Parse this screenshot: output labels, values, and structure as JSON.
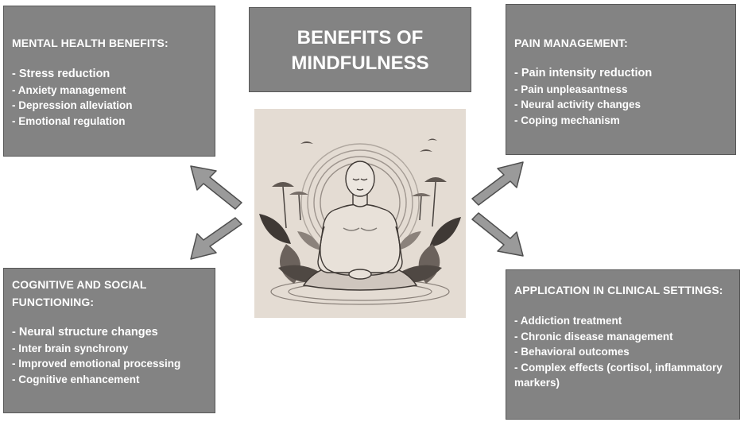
{
  "title": "BENEFITS OF MINDFULNESS",
  "mental_health": {
    "title": "MENTAL HEALTH BENEFITS:",
    "items": [
      "Stress reduction",
      "Anxiety management",
      "Depression alleviation",
      "Emotional regulation"
    ]
  },
  "pain_management": {
    "title": "PAIN MANAGEMENT:",
    "items": [
      "Pain intensity reduction",
      "Pain unpleasantness",
      "Neural activity changes",
      "Coping mechanism"
    ]
  },
  "cognitive_social": {
    "title": "COGNITIVE AND SOCIAL FUNCTIONING:",
    "items": [
      "Neural structure changes",
      "Inter brain synchrony",
      "Improved emotional processing",
      "Cognitive enhancement"
    ]
  },
  "clinical": {
    "title": "APPLICATION IN CLINICAL SETTINGS:",
    "items": [
      "Addiction treatment",
      "Chronic disease management",
      "Behavioral outcomes",
      "Complex effects (cortisol, inflammatory markers)"
    ]
  },
  "colors": {
    "box_fill": "#838383",
    "box_border": "#585858",
    "text": "#ffffff",
    "arrow_fill": "#9a9a9a",
    "illustration_bg": "#e4dcd3"
  },
  "icons": {
    "center_image": "meditating-figure-illustration",
    "arrows": [
      "arrow-up-left-icon",
      "arrow-up-right-icon",
      "arrow-down-left-icon",
      "arrow-down-right-icon"
    ]
  }
}
